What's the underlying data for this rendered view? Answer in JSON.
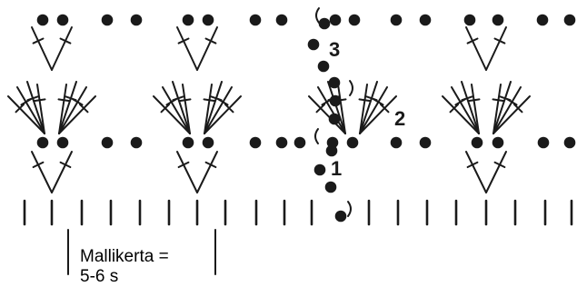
{
  "diagram": {
    "row_markers": [
      "1",
      "2",
      "3"
    ],
    "repeat_label_line1": "Mallikerta =",
    "repeat_label_line2": "5-6 s"
  },
  "colors": {
    "ink": "#1a1a1a",
    "background": "#ffffff"
  }
}
